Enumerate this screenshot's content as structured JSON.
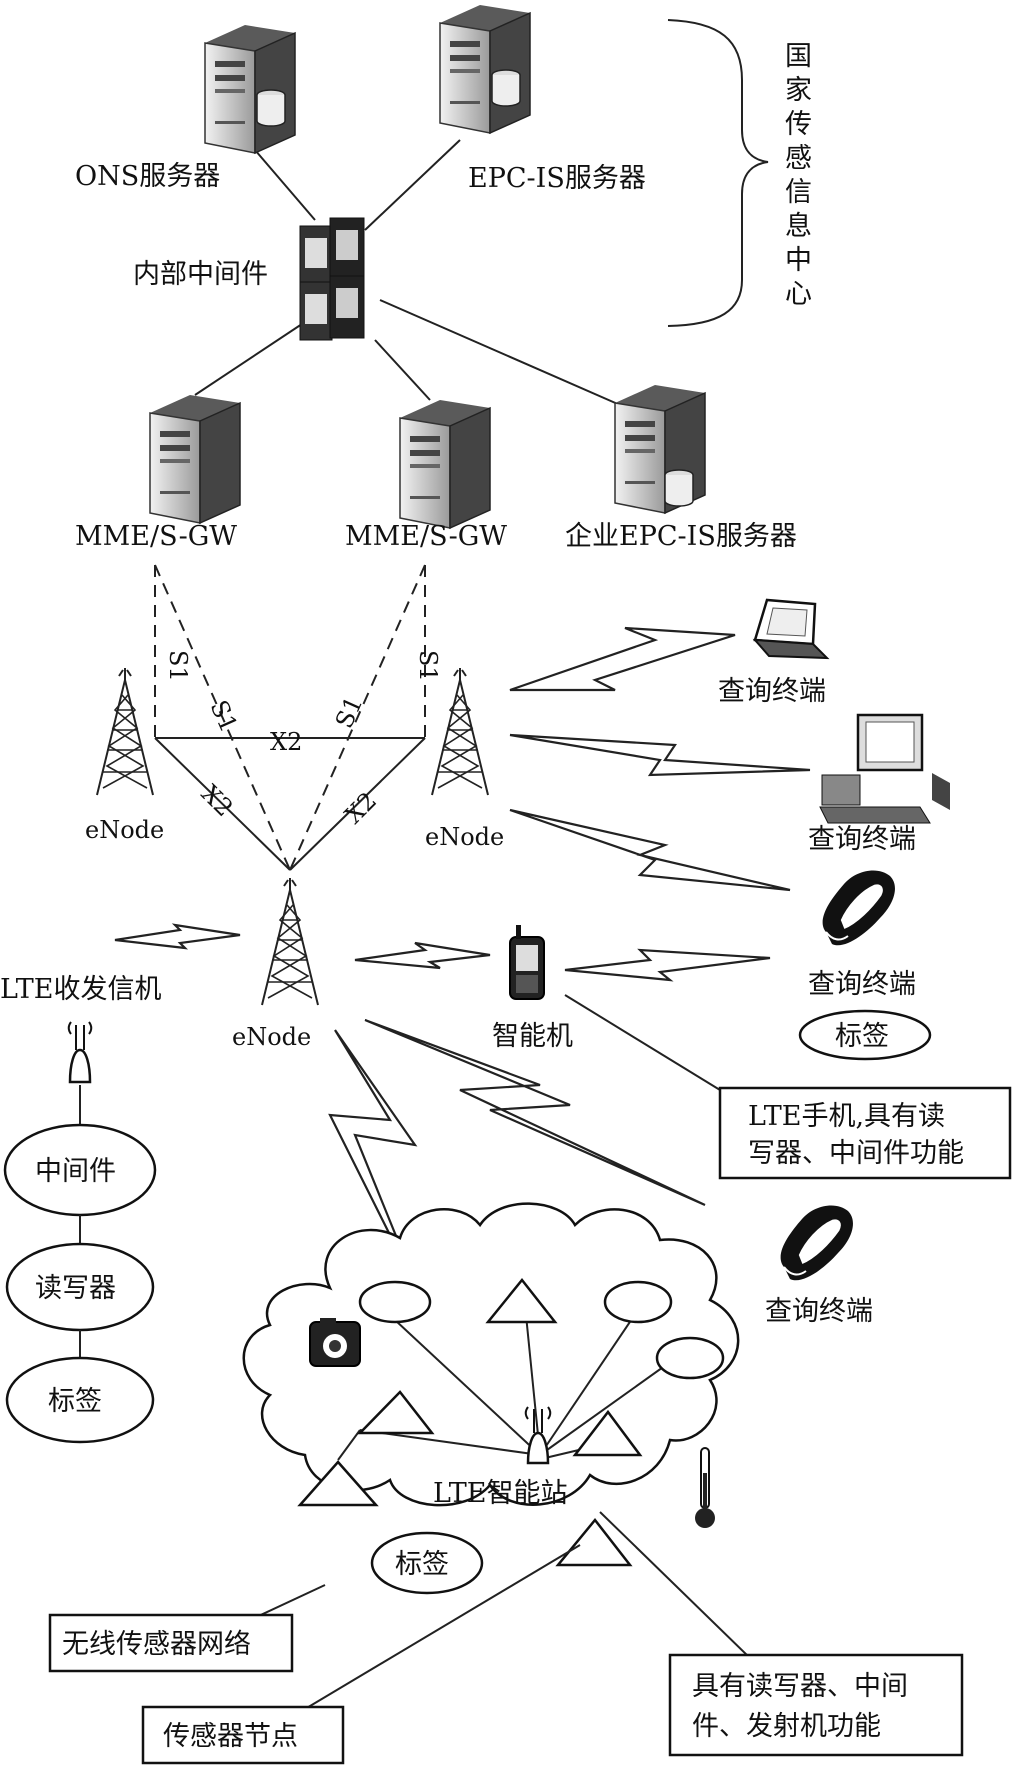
{
  "center": {
    "ons_server": "ONS服务器",
    "epcis_server": "EPC-IS服务器",
    "internal_middleware": "内部中间件",
    "brace_label": [
      "国",
      "家",
      "传",
      "感",
      "信",
      "息",
      "中",
      "心"
    ]
  },
  "core": {
    "mme_left": "MME/S-GW",
    "mme_right": "MME/S-GW",
    "enterprise_epcis": "企业EPC-IS服务器"
  },
  "links": {
    "s1_a": "S1",
    "s1_b": "S1",
    "s1_c": "S1",
    "s1_d": "S1",
    "x2_top": "X2",
    "x2_left": "X2",
    "x2_right": "X2"
  },
  "enodes": {
    "left": "eNode",
    "right": "eNode",
    "center": "eNode"
  },
  "terminals": {
    "laptop": "查询终端",
    "desktop": "查询终端",
    "handheld": "查询终端",
    "handheld_tag": "标签",
    "handheld_lower": "查询终端"
  },
  "smartphone": {
    "label": "智能机",
    "callout_line1": "LTE手机,具有读",
    "callout_line2": "写器、中间件功能"
  },
  "transceiver": {
    "label": "LTE收发信机",
    "chain": [
      "中间件",
      "读写器",
      "标签"
    ]
  },
  "wsn": {
    "station": "LTE智能站",
    "tag": "标签",
    "network_label": "无线传感器网络",
    "node_label": "传感器节点",
    "station_callout_line1": "具有读写器、中间",
    "station_callout_line2": "件、发射机功能"
  }
}
